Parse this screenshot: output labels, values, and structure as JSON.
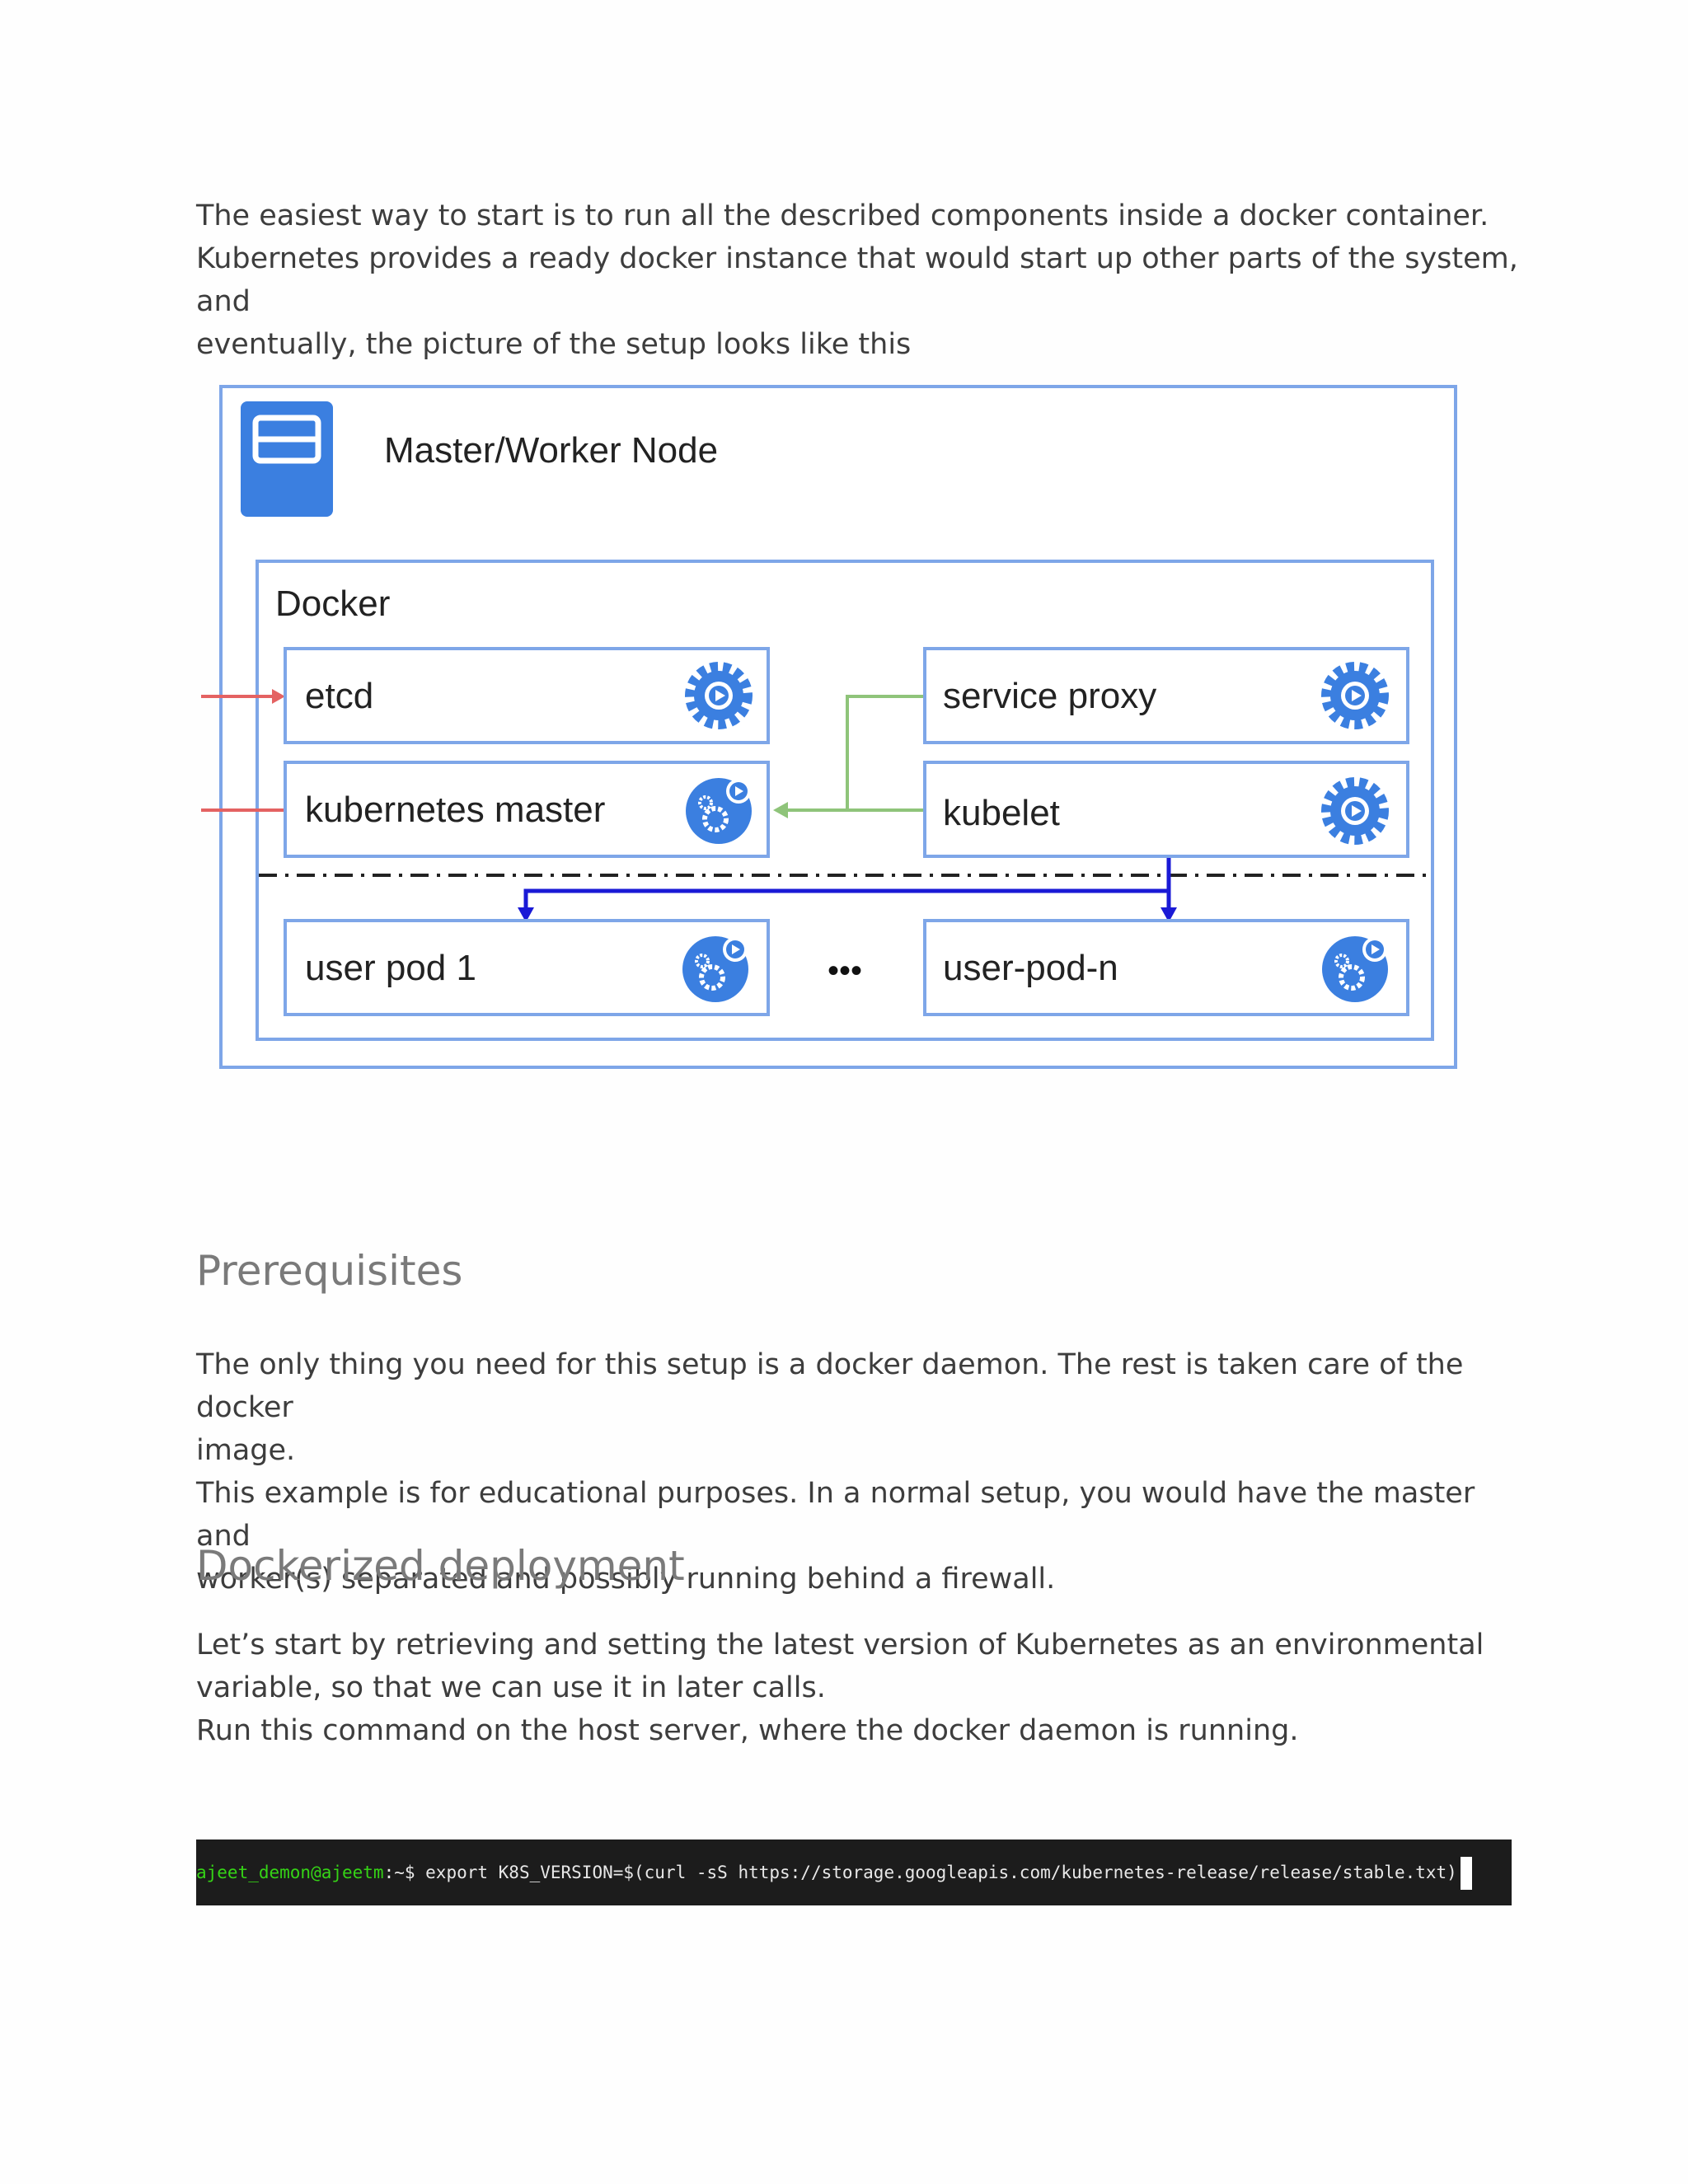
{
  "intro": {
    "lines": [
      "The easiest way to start is to run all the described components inside a docker container.",
      "Kubernetes provides a ready docker instance that would start up other parts of the system, and",
      "eventually, the picture of the setup looks like this"
    ]
  },
  "diagram": {
    "outer_title": "Master/Worker Node",
    "docker_title": "Docker",
    "boxes": {
      "etcd": "etcd",
      "kubernetes_master": "kubernetes master",
      "service_proxy": "service proxy",
      "kubelet": "kubelet",
      "user_pod_1": "user pod 1",
      "user_pod_n": "user-pod-n"
    },
    "ellipsis": "•••",
    "colors": {
      "box_border": "#7ea6e8",
      "icon_blue": "#3b7fe0",
      "arrow_red": "#e46262",
      "arrow_green": "#8fc47a",
      "arrow_blue": "#1a1ad6"
    }
  },
  "prerequisites": {
    "heading": "Prerequisites",
    "lines": [
      "The only thing you need for this setup is a docker daemon. The rest is taken care of the docker",
      "image.",
      "This example is for educational purposes. In a normal setup, you would have the master and",
      "worker(s) separated and possibly running behind a firewall."
    ]
  },
  "deployment": {
    "heading": "Dockerized deployment",
    "lines": [
      "Let’s start by retrieving and setting the latest version of Kubernetes as an environmental",
      "variable, so that we can use it in later calls.",
      "Run this command on the host server, where the docker daemon is running."
    ]
  },
  "terminal": {
    "user": "ajeet_demon@ajeetm",
    "prompt": ":~$ ",
    "command": "export K8S_VERSION=$(curl -sS https://storage.googleapis.com/kubernetes-release/release/stable.txt)"
  }
}
